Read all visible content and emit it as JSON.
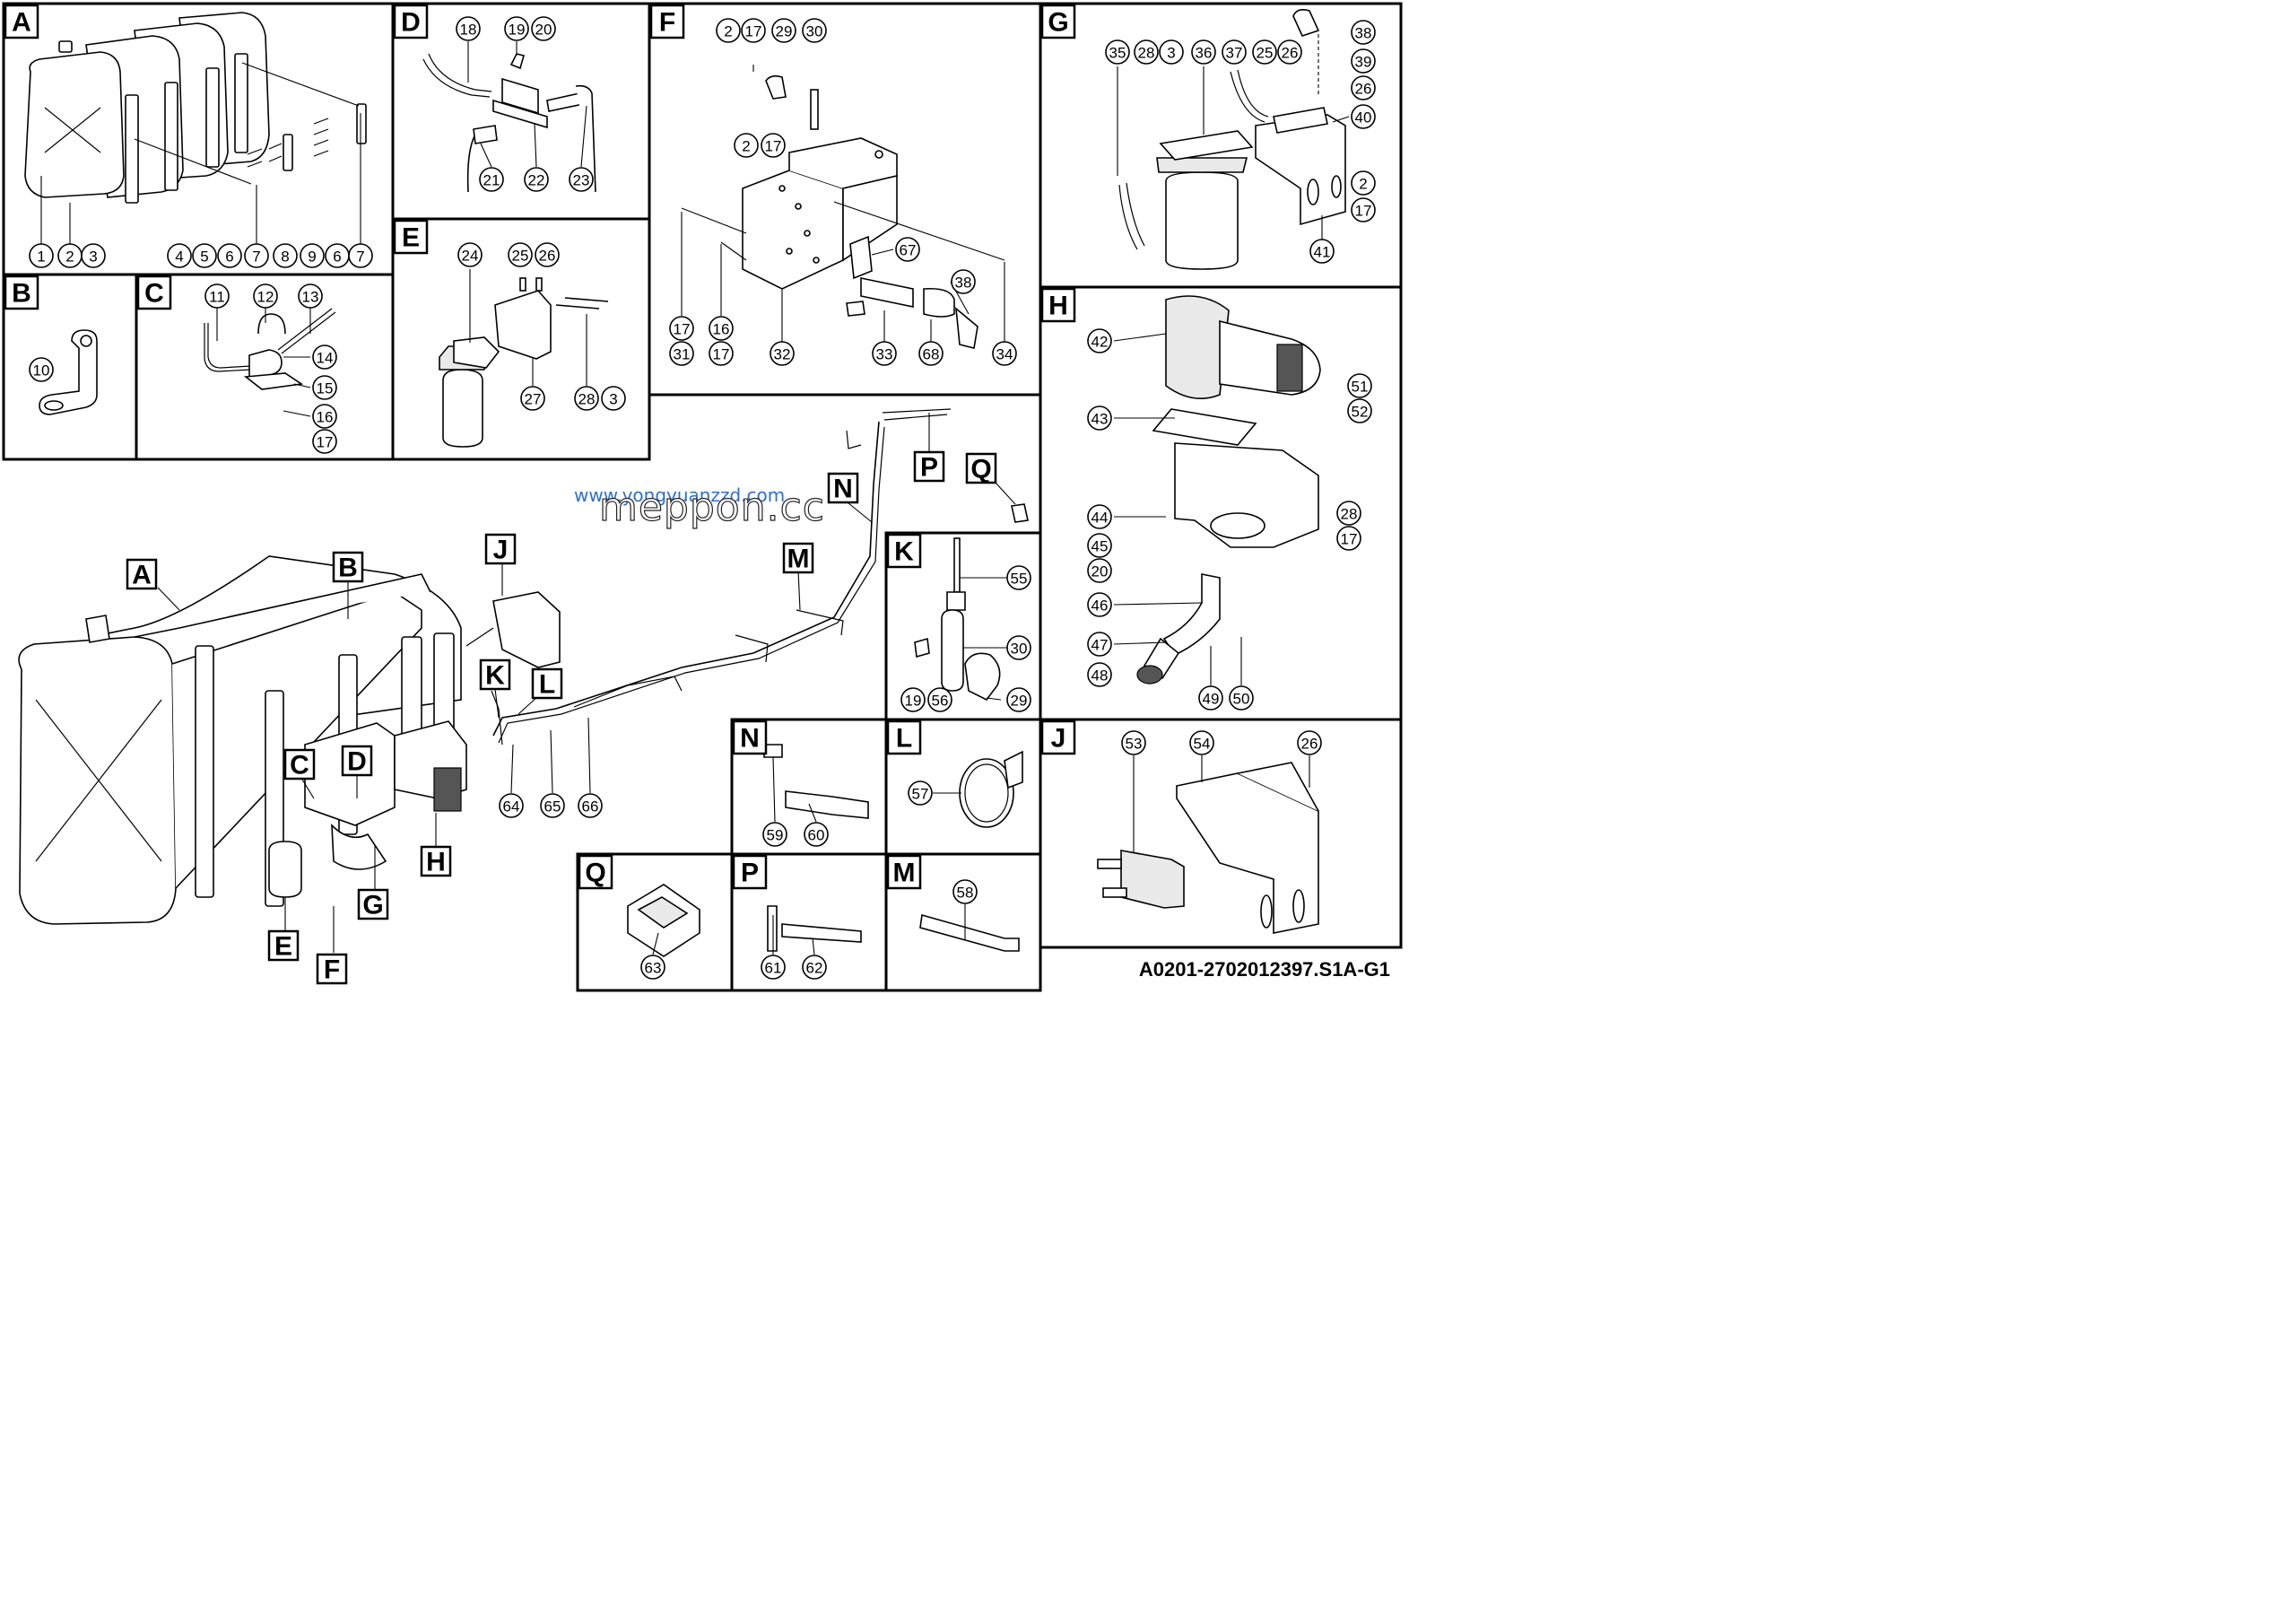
{
  "panels": {
    "A": {
      "label": "A",
      "callouts": [
        "1",
        "2",
        "3",
        "4",
        "5",
        "6",
        "7",
        "8",
        "9",
        "6",
        "7"
      ]
    },
    "B": {
      "label": "B",
      "callouts": [
        "10"
      ]
    },
    "C": {
      "label": "C",
      "callouts": [
        "11",
        "12",
        "13",
        "14",
        "15",
        "16",
        "17"
      ]
    },
    "D": {
      "label": "D",
      "callouts": [
        "18",
        "19",
        "20",
        "21",
        "22",
        "23"
      ]
    },
    "E": {
      "label": "E",
      "callouts": [
        "24",
        "25",
        "26",
        "27",
        "28",
        "3"
      ]
    },
    "F": {
      "label": "F",
      "callouts": [
        "2",
        "17",
        "29",
        "30",
        "2",
        "17",
        "17",
        "31",
        "16",
        "17",
        "32",
        "33",
        "34",
        "67",
        "68",
        "38"
      ]
    },
    "G": {
      "label": "G",
      "callouts": [
        "35",
        "28",
        "3",
        "36",
        "37",
        "25",
        "26",
        "38",
        "39",
        "26",
        "40",
        "2",
        "17",
        "41"
      ]
    },
    "H": {
      "label": "H",
      "callouts": [
        "42",
        "43",
        "44",
        "45",
        "20",
        "46",
        "47",
        "48",
        "49",
        "50",
        "51",
        "52",
        "28",
        "17"
      ]
    },
    "K": {
      "label": "K",
      "callouts": [
        "55",
        "30",
        "19",
        "56",
        "29"
      ]
    },
    "N": {
      "label": "N",
      "callouts": [
        "59",
        "60"
      ]
    },
    "L": {
      "label": "L",
      "callouts": [
        "57"
      ]
    },
    "J": {
      "label": "J",
      "callouts": [
        "53",
        "54",
        "26"
      ]
    },
    "Q": {
      "label": "Q",
      "callouts": [
        "63"
      ]
    },
    "P": {
      "label": "P",
      "callouts": [
        "61",
        "62"
      ]
    },
    "M": {
      "label": "M",
      "callouts": [
        "58"
      ]
    }
  },
  "overview": {
    "tags": [
      "A",
      "B",
      "C",
      "D",
      "E",
      "F",
      "G",
      "H",
      "J",
      "K",
      "L",
      "M",
      "N",
      "P",
      "Q"
    ],
    "callouts": [
      "64",
      "65",
      "66"
    ]
  },
  "watermark": {
    "line1": "www.yongyuanzzd.com",
    "line2": "meppon.cc"
  },
  "doc_id": "A0201-2702012397.S1A-G1"
}
